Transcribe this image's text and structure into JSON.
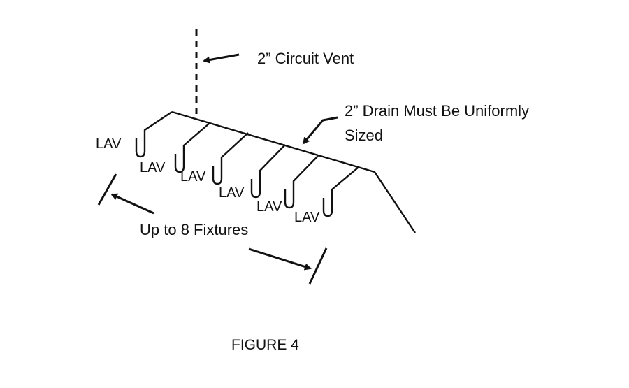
{
  "diagram": {
    "vent_label": "2” Circuit Vent",
    "drain_label_line1": "2” Drain Must Be Uniformly",
    "drain_label_line2": "Sized",
    "fixture_range_label": "Up to 8 Fixtures",
    "figure_caption": "FIGURE 4",
    "fixtures": [
      "LAV",
      "LAV",
      "LAV",
      "LAV",
      "LAV",
      "LAV"
    ]
  }
}
